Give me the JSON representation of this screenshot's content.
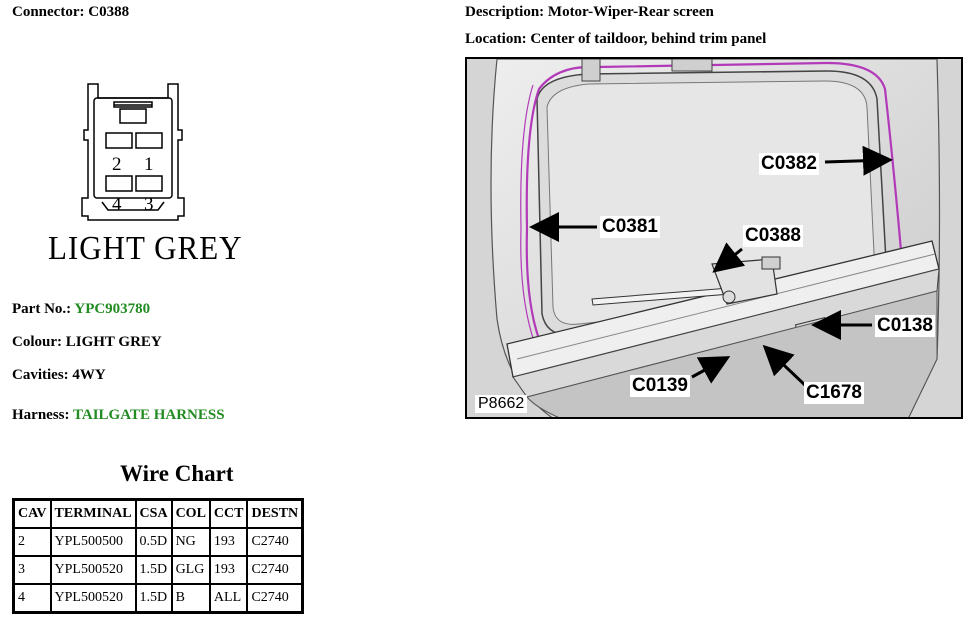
{
  "connector": {
    "label": "Connector:",
    "id": "C0388"
  },
  "description": {
    "label": "Description:",
    "value": "Motor-Wiper-Rear screen"
  },
  "location": {
    "label": "Location:",
    "value": "Center of taildoor, behind trim panel"
  },
  "connector_face": {
    "cavity_numbers": [
      "2",
      "1",
      "4",
      "3"
    ],
    "color_caption": "LIGHT GREY"
  },
  "part_no": {
    "label": "Part No.:",
    "value": "YPC903780"
  },
  "colour": {
    "label": "Colour:",
    "value": "LIGHT GREY"
  },
  "cavities": {
    "label": "Cavities:",
    "value": "4WY"
  },
  "harness": {
    "label": "Harness:",
    "value": "TAILGATE HARNESS"
  },
  "wire_chart": {
    "title": "Wire Chart",
    "headers": [
      "CAV",
      "TERMINAL",
      "CSA",
      "COL",
      "CCT",
      "DESTN"
    ],
    "rows": [
      [
        "2",
        "YPL500500",
        "0.5D",
        "NG",
        "193",
        "C2740"
      ],
      [
        "3",
        "YPL500520",
        "1.5D",
        "GLG",
        "193",
        "C2740"
      ],
      [
        "4",
        "YPL500520",
        "1.5D",
        "B",
        "ALL",
        "C2740"
      ]
    ]
  },
  "location_image": {
    "callouts": [
      "C0382",
      "C0381",
      "C0388",
      "C0138",
      "C0139",
      "C1678"
    ],
    "reference": "P8662"
  },
  "colors": {
    "highlight_green": "#228b22",
    "harness_magenta": "#b23ab9"
  }
}
